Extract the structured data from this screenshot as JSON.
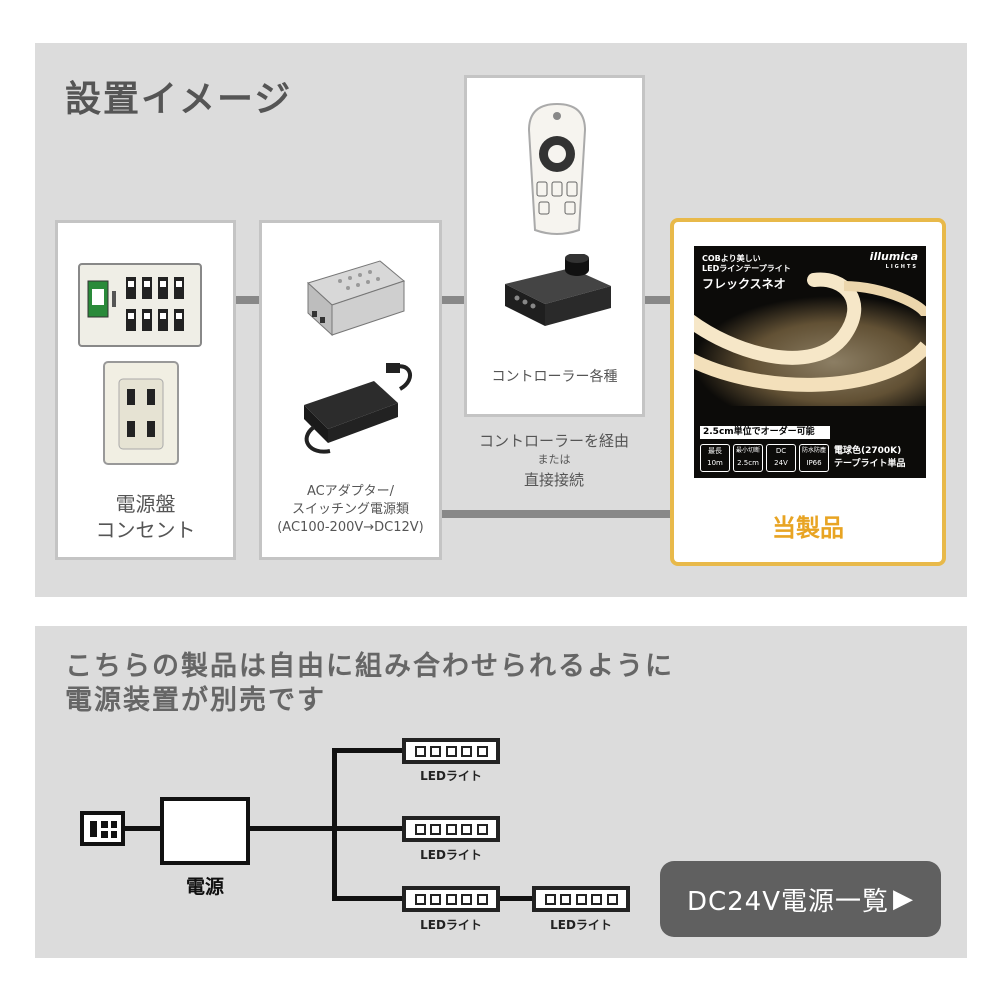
{
  "section1": {
    "title": "設置イメージ",
    "card_power": {
      "line1": "電源盤",
      "line2": "コンセント"
    },
    "card_adapter": {
      "line1": "ACアダプター/",
      "line2": "スイッチング電源類",
      "line3": "(AC100-200V→DC12V)"
    },
    "card_controller": {
      "label": "コントローラー各種"
    },
    "route_note": {
      "line1": "コントローラーを経由",
      "line2": "または",
      "line3": "直接接続"
    },
    "card_product": {
      "label": "当製品",
      "highlight_color": "#e8b94a",
      "package": {
        "tagline1": "COBより美しい",
        "tagline2": "LEDラインテープライト",
        "name": "フレックスネオ",
        "brand": "illumica",
        "brand_sub": "LIGHTS",
        "order_note": "2.5cm単位でオーダー可能",
        "specs": [
          {
            "top": "最長",
            "bottom": "10m"
          },
          {
            "top": "最小切断",
            "bottom": "2.5cm"
          },
          {
            "top": "DC",
            "bottom": "24V"
          },
          {
            "top": "防水防塵",
            "bottom": "IP66"
          }
        ],
        "color_line": "電球色(2700K)",
        "type_line": "テープライト単品"
      }
    }
  },
  "section2": {
    "title_line1": "こちらの製品は自由に組み合わせられるように",
    "title_line2": "電源装置が別売です",
    "power_label": "電源",
    "led_label": "LEDライト",
    "button_label": "DC24V電源一覧",
    "button_arrow": "▶"
  }
}
